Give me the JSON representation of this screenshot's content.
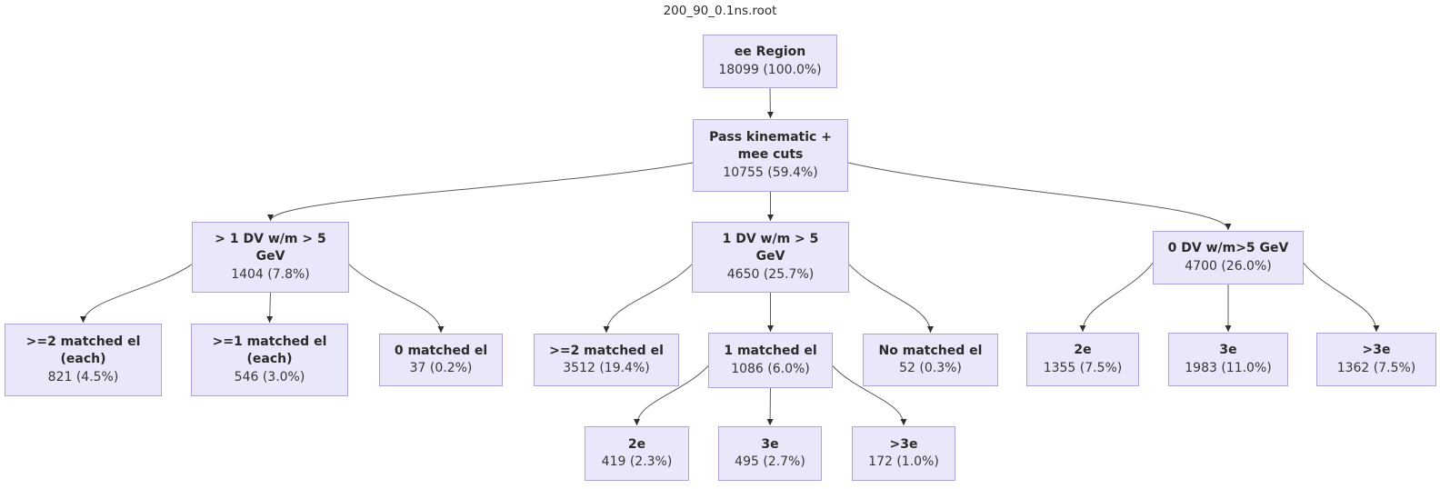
{
  "title": "200_90_0.1ns.root",
  "colors": {
    "node_fill": "#e9e7fa",
    "node_border": "#b1a2dc",
    "edge_line": "#5b5b5b",
    "arrowhead": "#2f2f2f",
    "text": "#2b2b2b",
    "background": "#ffffff"
  },
  "nodes": [
    {
      "id": "root",
      "label": "ee Region",
      "count": "18099 (100.0%)"
    },
    {
      "id": "pass",
      "label": "Pass kinematic + mee cuts",
      "count": "10755 (59.4%)"
    },
    {
      "id": "gt1dv",
      "label": "> 1 DV w/m > 5 GeV",
      "count": "1404 (7.8%)"
    },
    {
      "id": "dv1",
      "label": "1 DV w/m > 5 GeV",
      "count": "4650 (25.7%)"
    },
    {
      "id": "dv0",
      "label": "0 DV w/m>5 GeV",
      "count": "4700 (26.0%)"
    },
    {
      "id": "m2each",
      "label": ">=2 matched el (each)",
      "count": "821 (4.5%)"
    },
    {
      "id": "m1each",
      "label": ">=1 matched el (each)",
      "count": "546 (3.0%)"
    },
    {
      "id": "m0",
      "label": "0 matched el",
      "count": "37 (0.2%)"
    },
    {
      "id": "m2",
      "label": ">=2 matched el",
      "count": "3512 (19.4%)"
    },
    {
      "id": "m1",
      "label": "1 matched el",
      "count": "1086 (6.0%)"
    },
    {
      "id": "mno",
      "label": "No matched el",
      "count": "52 (0.3%)"
    },
    {
      "id": "dv0_2e",
      "label": "2e",
      "count": "1355 (7.5%)"
    },
    {
      "id": "dv0_3e",
      "label": "3e",
      "count": "1983 (11.0%)"
    },
    {
      "id": "dv0_gt3e",
      "label": ">3e",
      "count": "1362 (7.5%)"
    },
    {
      "id": "m1_2e",
      "label": "2e",
      "count": "419 (2.3%)"
    },
    {
      "id": "m1_3e",
      "label": "3e",
      "count": "495 (2.7%)"
    },
    {
      "id": "m1_gt3e",
      "label": ">3e",
      "count": "172 (1.0%)"
    }
  ],
  "edges": [
    {
      "from": "root",
      "to": "pass"
    },
    {
      "from": "pass",
      "to": "gt1dv"
    },
    {
      "from": "pass",
      "to": "dv1"
    },
    {
      "from": "pass",
      "to": "dv0"
    },
    {
      "from": "gt1dv",
      "to": "m2each"
    },
    {
      "from": "gt1dv",
      "to": "m1each"
    },
    {
      "from": "gt1dv",
      "to": "m0"
    },
    {
      "from": "dv1",
      "to": "m2"
    },
    {
      "from": "dv1",
      "to": "m1"
    },
    {
      "from": "dv1",
      "to": "mno"
    },
    {
      "from": "dv0",
      "to": "dv0_2e"
    },
    {
      "from": "dv0",
      "to": "dv0_3e"
    },
    {
      "from": "dv0",
      "to": "dv0_gt3e"
    },
    {
      "from": "m1",
      "to": "m1_2e"
    },
    {
      "from": "m1",
      "to": "m1_3e"
    },
    {
      "from": "m1",
      "to": "m1_gt3e"
    }
  ]
}
